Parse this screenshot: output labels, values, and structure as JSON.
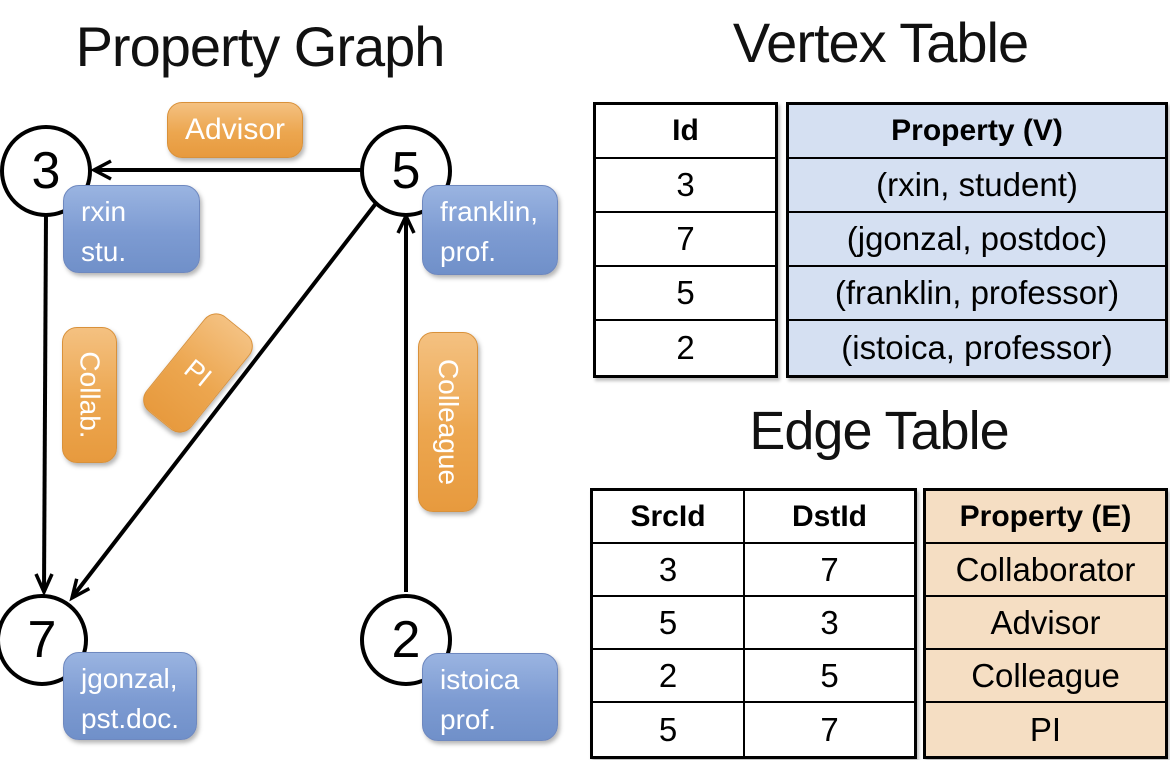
{
  "graph": {
    "title": "Property Graph",
    "nodes": [
      {
        "id": "3",
        "label_lines": [
          "rxin",
          "stu."
        ]
      },
      {
        "id": "5",
        "label_lines": [
          "franklin,",
          "prof."
        ]
      },
      {
        "id": "7",
        "label_lines": [
          "jgonzal,",
          "pst.doc."
        ]
      },
      {
        "id": "2",
        "label_lines": [
          "istoica",
          "prof."
        ]
      }
    ],
    "edge_labels": {
      "advisor": "Advisor",
      "collab": "Collab.",
      "pi": "PI",
      "colleague": "Colleague"
    }
  },
  "vertex_table": {
    "title": "Vertex Table",
    "id_header": "Id",
    "property_header": "Property (V)",
    "rows": [
      {
        "id": "3",
        "property": "(rxin, student)"
      },
      {
        "id": "7",
        "property": "(jgonzal, postdoc)"
      },
      {
        "id": "5",
        "property": "(franklin, professor)"
      },
      {
        "id": "2",
        "property": "(istoica, professor)"
      }
    ]
  },
  "edge_table": {
    "title": "Edge Table",
    "src_header": "SrcId",
    "dst_header": "DstId",
    "property_header": "Property (E)",
    "rows": [
      {
        "src": "3",
        "dst": "7",
        "property": "Collaborator"
      },
      {
        "src": "5",
        "dst": "3",
        "property": "Advisor"
      },
      {
        "src": "2",
        "dst": "5",
        "property": "Colleague"
      },
      {
        "src": "5",
        "dst": "7",
        "property": "PI"
      }
    ]
  },
  "colors": {
    "edge_label_orange": "#eca64f",
    "vertex_label_blue": "#7d9bd2",
    "vertex_table_fill": "#d5e0f2",
    "edge_table_fill": "#f5dec3",
    "line_color": "#000000",
    "node_fill": "#ffffff"
  }
}
